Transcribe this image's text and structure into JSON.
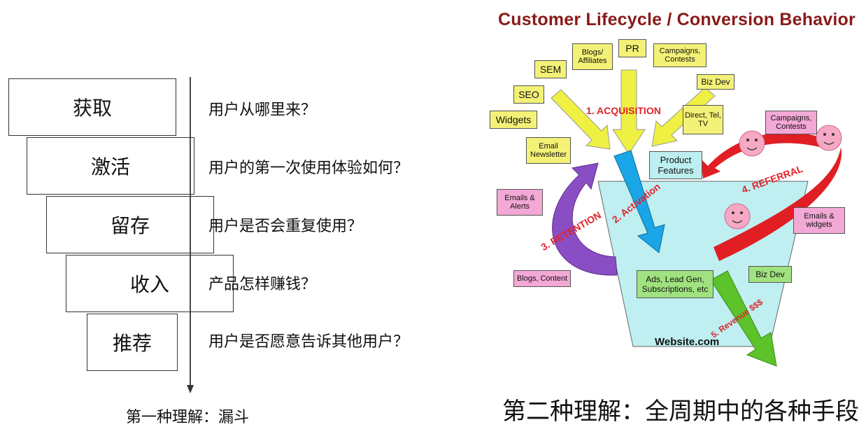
{
  "funnel": {
    "steps": [
      "获取",
      "激活",
      "留存",
      "收入",
      "推荐"
    ],
    "questions": [
      "用户从哪里来？",
      "用户的第一次使用体验如何？",
      "用户是否会重复使用？",
      "产品怎样赚钱？",
      "用户是否愿意告诉其他用户？"
    ],
    "caption": "第一种理解：漏斗"
  },
  "lifecycle": {
    "title": "Customer Lifecycle / Conversion Behavior",
    "acquisition_sources": {
      "blogs": "Blogs/ Affiliates",
      "pr": "PR",
      "campaigns_top": "Campaigns, Contests",
      "sem": "SEM",
      "biz_dev_top": "Biz Dev",
      "seo": "SEO",
      "direct": "Direct, Tel, TV",
      "widgets": "Widgets",
      "email_newsletter": "Email Newsletter"
    },
    "product_features": "Product Features",
    "referral_channels": {
      "campaigns": "Campaigns, Contests",
      "emails_widgets": "Emails & widgets"
    },
    "retention_channels": {
      "emails_alerts": "Emails & Alerts",
      "blogs_content": "Blogs, Content"
    },
    "revenue_box": "Ads, Lead Gen, Subscriptions, etc",
    "biz_dev_bottom": "Biz Dev",
    "website": "Website.com",
    "stages": {
      "acquisition": "1. ACQUISITION",
      "activation": "2. Activation",
      "retention": "3. RETENTION",
      "referral": "4. REFERRAL",
      "revenue": "5. Revenue $$$"
    },
    "caption": "第二种理解：全周期中的各种手段"
  },
  "colors": {
    "yellow": "#f4f276",
    "pink": "#f3a8d6",
    "green": "#9fe27f",
    "cyan": "#bdeff0",
    "title": "#8a1a1a",
    "stage_text": "#e0242b",
    "arrow_blue": "#1aa6e6",
    "arrow_green": "#5cc32a",
    "arrow_purple": "#8a4ec4",
    "arrow_red": "#e01e24"
  }
}
